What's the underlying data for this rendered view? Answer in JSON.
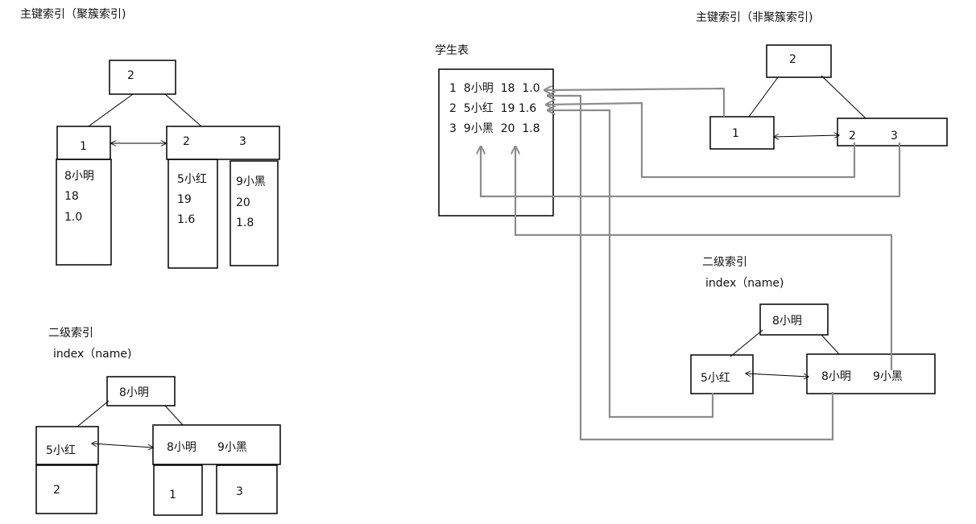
{
  "left_clustered": {
    "title": "主键索引（聚簇索引)",
    "root_key": "2",
    "leaf_left_key": "1",
    "leaf_right_key_a": "2",
    "leaf_right_key_b": "3",
    "row1": [
      "8小明",
      "18",
      "1.0"
    ],
    "row2": [
      "5小红",
      "19",
      "1.6"
    ],
    "row3": [
      "9小黑",
      "20",
      "1.8"
    ]
  },
  "left_secondary": {
    "title": "二级索引",
    "subtitle": "index（name)",
    "root_key": "8小明",
    "leaf_left_key": "5小红",
    "leaf_right_key_a": "8小明",
    "leaf_right_key_b": "9小黑",
    "pk_left": "2",
    "pk_mid": "1",
    "pk_right": "3"
  },
  "student_table": {
    "title": "学生表",
    "rows": [
      "1  8小明  18  1.0",
      "2  5小红  19 1.6",
      "3  9小黑  20  1.8"
    ]
  },
  "right_nonclustered": {
    "title": "主键索引（非聚簇索引)",
    "root_key": "2",
    "leaf_left_key": "1",
    "leaf_right_key_a": "2",
    "leaf_right_key_b": "3"
  },
  "right_secondary": {
    "title": "二级索引",
    "subtitle": "index（name)",
    "root_key": "8小明",
    "leaf_left_key": "5小红",
    "leaf_right_key_a": "8小明",
    "leaf_right_key_b": "9小黑"
  },
  "colors": {
    "line": "#000000",
    "pointer": "#8c8c8c",
    "background": "#ffffff"
  }
}
